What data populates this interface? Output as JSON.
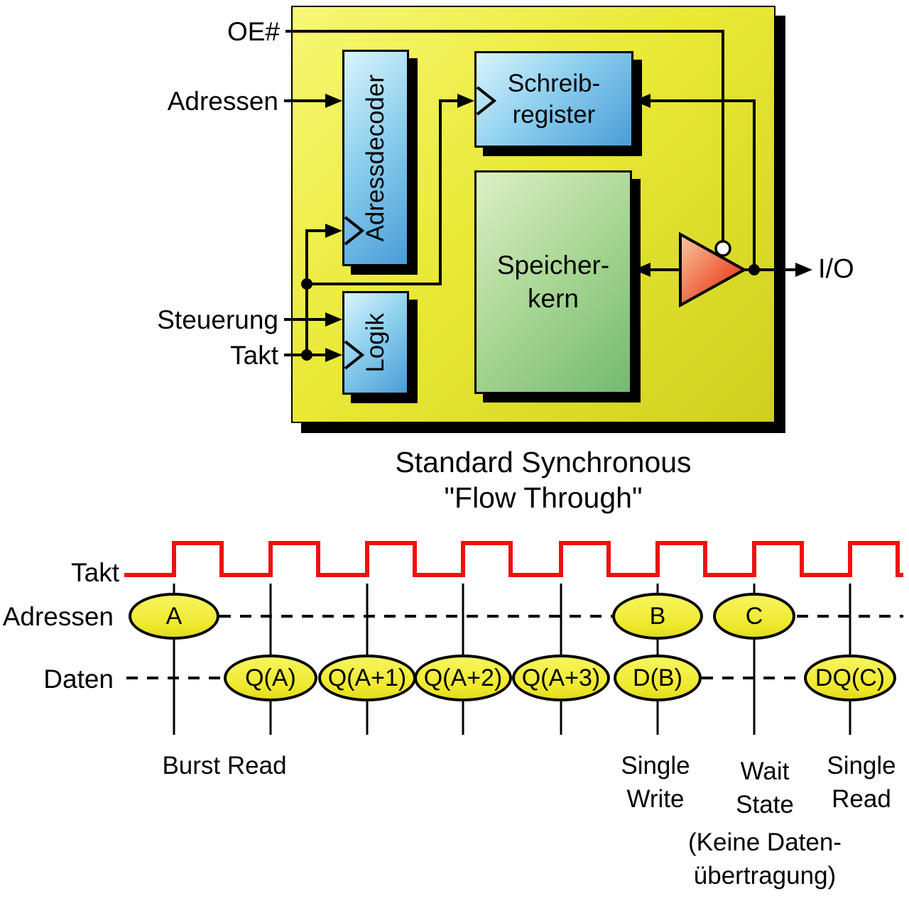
{
  "colors": {
    "panel_yellow": "#e9e936",
    "block_blue": "#4a9cd8",
    "block_green": "#74ba70",
    "buffer_red": "#e63122",
    "clock_red": "#ee1111",
    "bubble_yellow": "#efe92e",
    "line_black": "#000000"
  },
  "diagram": {
    "signals": {
      "oe": "OE#",
      "adressen": "Adressen",
      "steuerung": "Steuerung",
      "takt": "Takt",
      "io": "I/O"
    },
    "blocks": {
      "adressdecoder": "Adressdecoder",
      "schreibregister_l1": "Schreib-",
      "schreibregister_l2": "register",
      "speicherkern_l1": "Speicher-",
      "speicherkern_l2": "kern",
      "logik": "Logik"
    },
    "caption": {
      "line1": "Standard Synchronous",
      "line2": "\"Flow Through\""
    }
  },
  "timing": {
    "labels": {
      "takt": "Takt",
      "adressen": "Adressen",
      "daten": "Daten"
    },
    "adressen_values": [
      "A",
      "B",
      "C"
    ],
    "daten_values": [
      "Q(A)",
      "Q(A+1)",
      "Q(A+2)",
      "Q(A+3)",
      "D(B)",
      "DQ(C)"
    ],
    "annotations": {
      "burst_read": "Burst Read",
      "single_write_l1": "Single",
      "single_write_l2": "Write",
      "wait_l1": "Wait",
      "wait_l2": "State",
      "wait_l3": "(Keine Daten-",
      "wait_l4": "übertragung)",
      "single_read_l1": "Single",
      "single_read_l2": "Read"
    }
  }
}
